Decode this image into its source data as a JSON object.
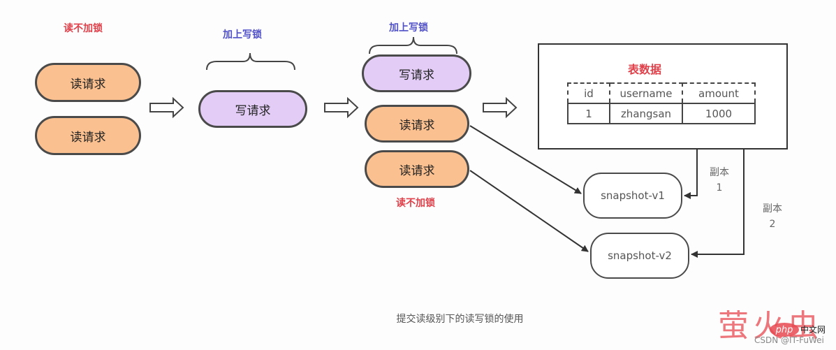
{
  "stage1": {
    "note": "读不加锁",
    "requests": [
      "读请求",
      "读请求"
    ]
  },
  "stage2": {
    "brace_label": "加上写锁",
    "request": "写请求"
  },
  "stage3": {
    "brace_label": "加上写锁",
    "write_request": "写请求",
    "read_requests": [
      "读请求",
      "读请求"
    ],
    "note": "读不加锁"
  },
  "table_panel": {
    "title": "表数据",
    "columns": [
      "id",
      "username",
      "amount"
    ],
    "rows": [
      [
        "1",
        "zhangsan",
        "1000"
      ]
    ]
  },
  "snapshots": [
    {
      "label": "snapshot-v1",
      "copy_label": "副本",
      "copy_number": "1"
    },
    {
      "label": "snapshot-v2",
      "copy_label": "副本",
      "copy_number": "2"
    }
  ],
  "caption": "提交读级别下的读写锁的使用",
  "watermark": {
    "big": "萤火虫",
    "php": "php",
    "cn": "中文网",
    "csdn": "CSDN @IT-FuWei"
  },
  "colors": {
    "read": "#fbc08f",
    "write": "#e3cdf7",
    "red_note": "#e0404a",
    "blue_note": "#5050c8"
  }
}
